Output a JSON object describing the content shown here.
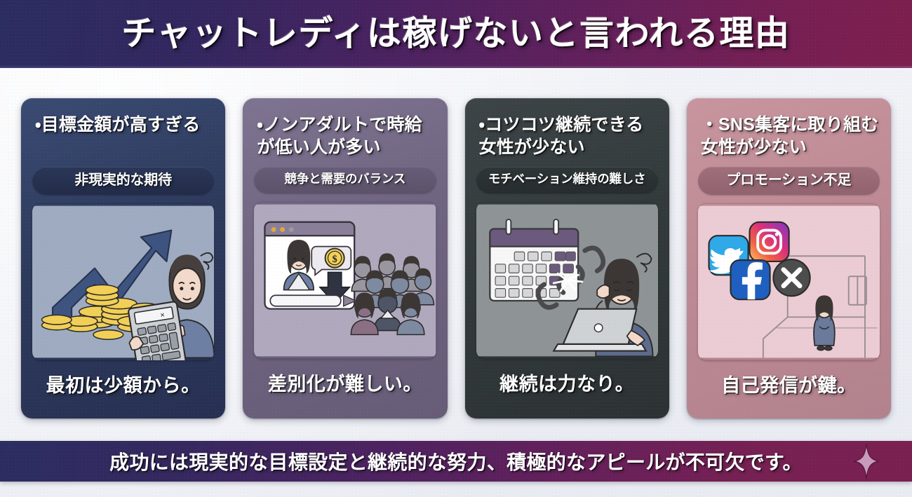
{
  "header": {
    "title": "チャットレディは稼げないと言われる理由"
  },
  "colors": {
    "header_gradient_start": "#2b2d60",
    "header_gradient_end": "#7c1f4e",
    "page_background": "#eceef4",
    "card1": "#2d3a5c",
    "card2": "#6f6480",
    "card3": "#333a3c",
    "card4": "#bd8a94",
    "footer_sparkle": "#c79bba"
  },
  "cards": [
    {
      "heading": "・目標金額が高すぎる",
      "badge": "非現実的な期待",
      "caption": "最初は少額から。",
      "illustration": "growth-chart-coins-calculator-illustration",
      "illustration_parts": [
        "upward-arrow-icon",
        "coin-stack-icon",
        "worried-woman-icon",
        "calculator-icon"
      ]
    },
    {
      "heading": "・ノンアダルトで時給が低い人が多い",
      "badge": "競争と需要のバランス",
      "caption": "差別化が難しい。",
      "illustration": "browser-window-crowd-illustration",
      "illustration_parts": [
        "browser-window-icon",
        "dollar-coin-icon",
        "down-arrow-icon",
        "crowd-of-women-icon"
      ]
    },
    {
      "heading": "・コツコツ継続できる女性が少ない",
      "badge": "モチベーション維持の難しさ",
      "caption": "継続は力なり。",
      "illustration": "calendar-broken-chain-laptop-illustration",
      "illustration_parts": [
        "calendar-icon",
        "broken-chain-icon",
        "tired-woman-laptop-icon"
      ]
    },
    {
      "heading": "・SNS集客に取り組む女性が少ない",
      "badge": "プロモーション不足",
      "caption": "自己発信が鍵。",
      "illustration": "sns-icons-empty-room-illustration",
      "illustration_parts": [
        "twitter-icon",
        "instagram-icon",
        "facebook-icon",
        "x-circle-icon",
        "lone-woman-room-icon"
      ]
    }
  ],
  "footer": {
    "message": "成功には現実的な目標設定と継続的な努力、積極的なアピールが不可欠です。",
    "sparkle": "sparkle-icon"
  }
}
